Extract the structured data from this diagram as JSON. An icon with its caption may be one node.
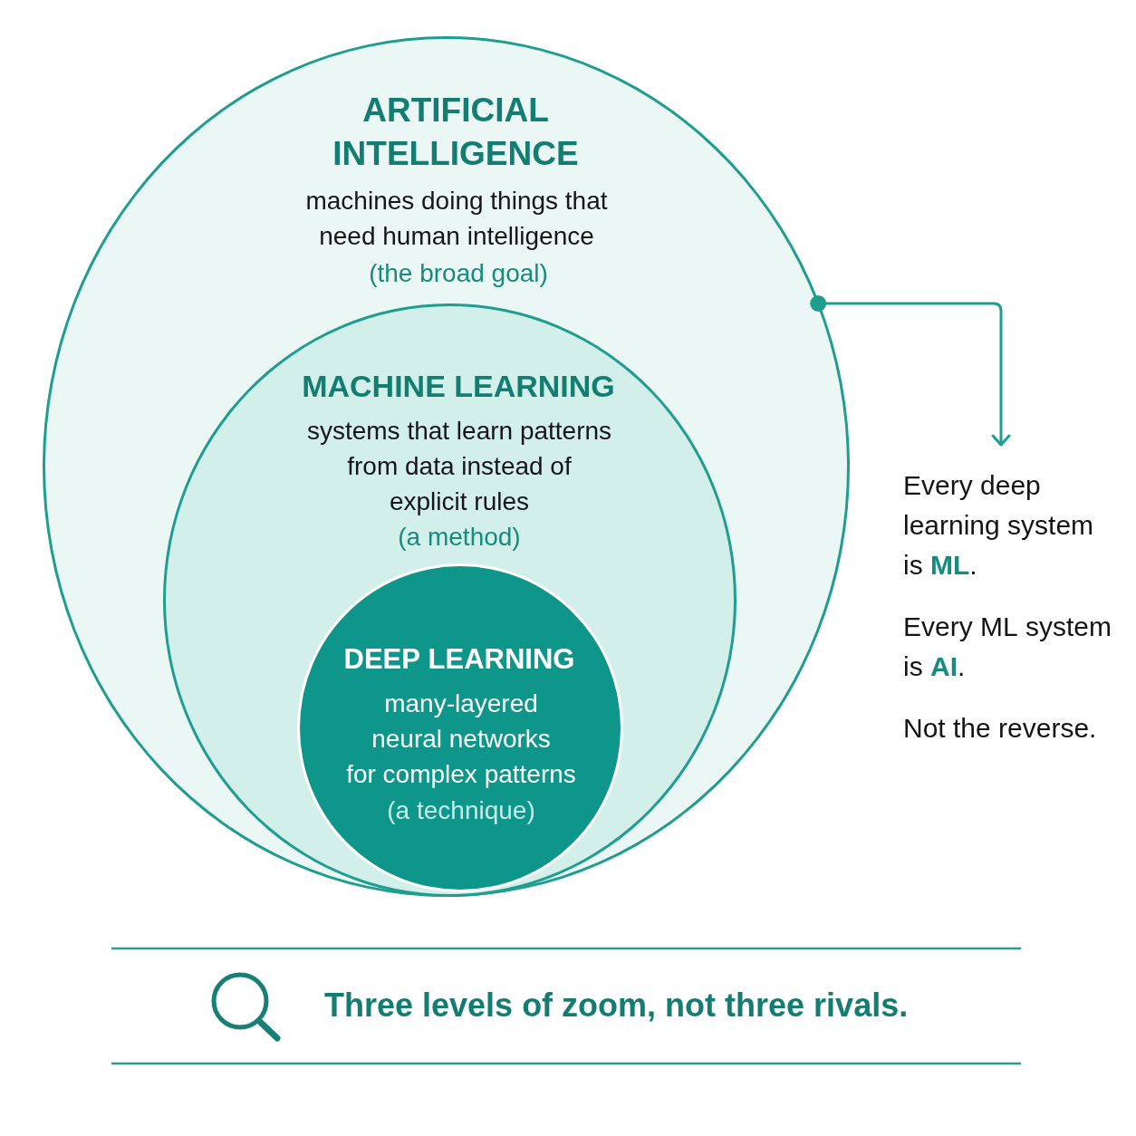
{
  "diagram": {
    "caption": "Three levels of zoom, not three rivals.",
    "nodes": [
      {
        "text": [
          "ARTIFICIAL INTELLIGENCE",
          "machines doing things that need human intelligence",
          "(the broad goal)"
        ]
      },
      {
        "text": [
          "MACHINE LEARNING",
          "systems that learn patterns from data instead of explicit rules",
          "(a method)"
        ],
        "in": 0
      },
      {
        "text": [
          "DEEP LEARNING",
          "many-layered neural networks for complex patterns",
          "(a technique)"
        ],
        "in": 1
      },
      {
        "text": [
          "Every deep learning system is **ML**.",
          "Every ML system is **AI**.",
          "Not the reverse."
        ]
      }
    ],
    "edges": [
      {
        "from": 0,
        "to": 3,
        "arrow": "to"
      }
    ]
  }
}
